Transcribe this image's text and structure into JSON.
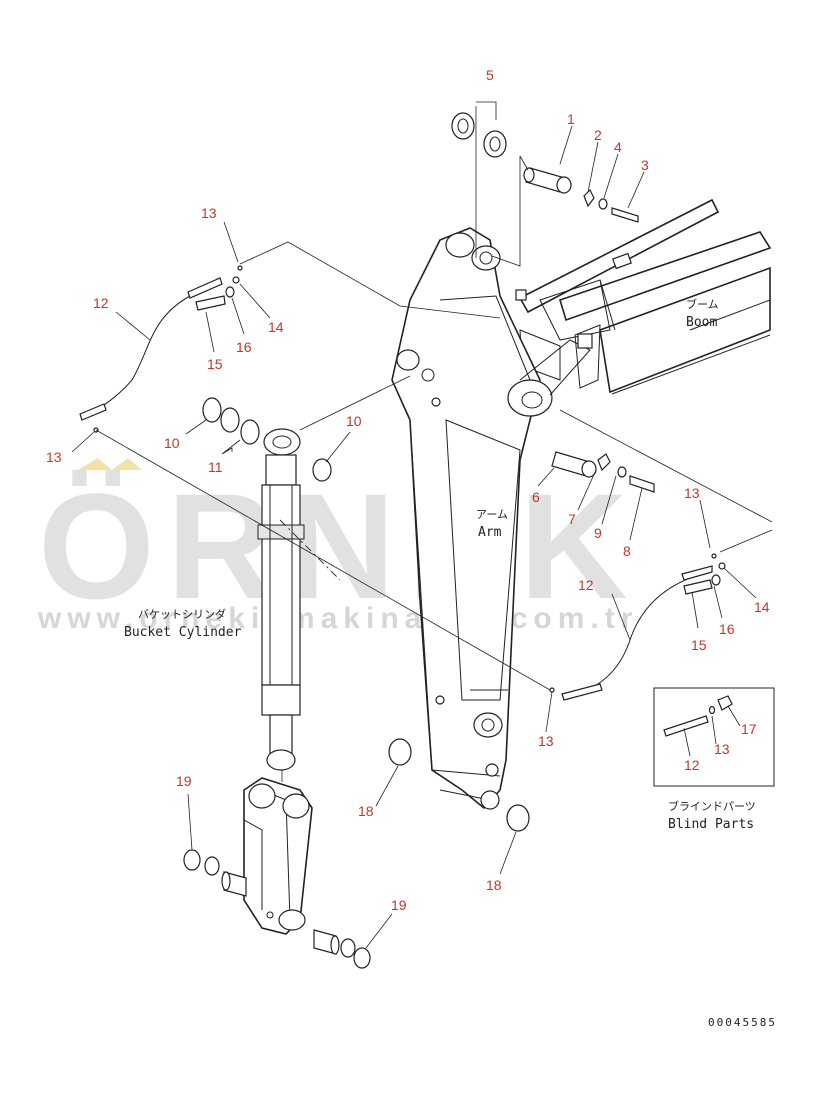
{
  "callouts": {
    "c5": "5",
    "c1": "1",
    "c2": "2",
    "c4": "4",
    "c3": "3",
    "c13a": "13",
    "c12a": "12",
    "c14a": "14",
    "c16a": "16",
    "c15a": "15",
    "c13b": "13",
    "c10a": "10",
    "c11": "11",
    "c10b": "10",
    "c6": "6",
    "c7": "7",
    "c9": "9",
    "c8": "8",
    "c13c": "13",
    "c12b": "12",
    "c14b": "14",
    "c16b": "16",
    "c15b": "15",
    "c13d": "13",
    "c17": "17",
    "c12c": "12",
    "c13e": "13",
    "c18a": "18",
    "c18b": "18",
    "c19a": "19",
    "c19b": "19"
  },
  "labels": {
    "boom_jp": "ブーム",
    "boom_en": "Boom",
    "arm_jp": "アーム",
    "arm_en": "Arm",
    "bucket_cyl_jp": "バケットシリンダ",
    "bucket_cyl_en": "Bucket Cylinder",
    "blind_jp": "ブラインドパーツ",
    "blind_en": "Blind Parts"
  },
  "watermark": {
    "brand": "ÖRNEK",
    "url": "www.ornekismakinalari.com.tr"
  },
  "drawing_code": "00045585",
  "colors": {
    "callout": "#c0392b",
    "watermark": "#c9c9c9",
    "watermark_accent": "#f2e2a8"
  }
}
